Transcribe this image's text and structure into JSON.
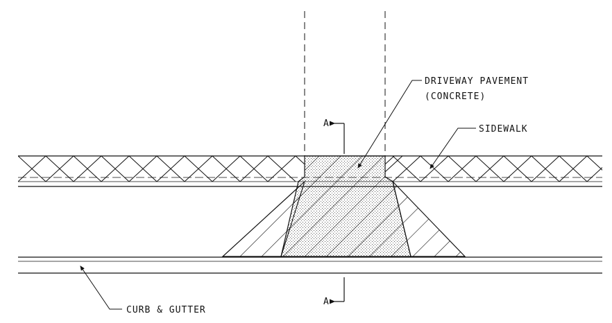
{
  "labels": {
    "driveway_line1": "DRIVEWAY PAVEMENT",
    "driveway_line2": "(CONCRETE)",
    "sidewalk": "SIDEWALK",
    "curb": "CURB & GUTTER",
    "section_top": "A",
    "section_bottom": "A"
  },
  "colors": {
    "line": "#111111",
    "background": "#ffffff"
  }
}
